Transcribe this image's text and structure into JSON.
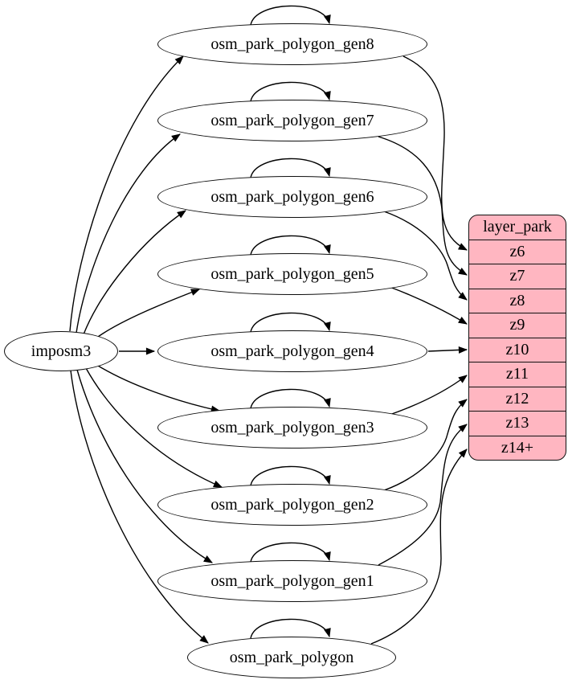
{
  "diagram": {
    "background": "#ffffff",
    "edge_color": "#000000",
    "node_fill": "#ffffff",
    "node_stroke": "#000000",
    "source": {
      "id": "imposm3",
      "label": "imposm3"
    },
    "tables": [
      {
        "id": "osm_park_polygon_gen8",
        "label": "osm_park_polygon_gen8"
      },
      {
        "id": "osm_park_polygon_gen7",
        "label": "osm_park_polygon_gen7"
      },
      {
        "id": "osm_park_polygon_gen6",
        "label": "osm_park_polygon_gen6"
      },
      {
        "id": "osm_park_polygon_gen5",
        "label": "osm_park_polygon_gen5"
      },
      {
        "id": "osm_park_polygon_gen4",
        "label": "osm_park_polygon_gen4"
      },
      {
        "id": "osm_park_polygon_gen3",
        "label": "osm_park_polygon_gen3"
      },
      {
        "id": "osm_park_polygon_gen2",
        "label": "osm_park_polygon_gen2"
      },
      {
        "id": "osm_park_polygon_gen1",
        "label": "osm_park_polygon_gen1"
      },
      {
        "id": "osm_park_polygon",
        "label": "osm_park_polygon"
      }
    ],
    "layer": {
      "id": "layer_park",
      "header": "layer_park",
      "rows": [
        "z6",
        "z7",
        "z8",
        "z9",
        "z10",
        "z11",
        "z12",
        "z13",
        "z14+"
      ],
      "fill": "#ffb6c1",
      "stroke": "#111111"
    },
    "edges": {
      "imports": [
        {
          "from": "imposm3",
          "to": "osm_park_polygon_gen8"
        },
        {
          "from": "imposm3",
          "to": "osm_park_polygon_gen7"
        },
        {
          "from": "imposm3",
          "to": "osm_park_polygon_gen6"
        },
        {
          "from": "imposm3",
          "to": "osm_park_polygon_gen5"
        },
        {
          "from": "imposm3",
          "to": "osm_park_polygon_gen4"
        },
        {
          "from": "imposm3",
          "to": "osm_park_polygon_gen3"
        },
        {
          "from": "imposm3",
          "to": "osm_park_polygon_gen2"
        },
        {
          "from": "imposm3",
          "to": "osm_park_polygon_gen1"
        },
        {
          "from": "imposm3",
          "to": "osm_park_polygon"
        }
      ],
      "self_loops": [
        "osm_park_polygon_gen8",
        "osm_park_polygon_gen7",
        "osm_park_polygon_gen6",
        "osm_park_polygon_gen5",
        "osm_park_polygon_gen4",
        "osm_park_polygon_gen3",
        "osm_park_polygon_gen2",
        "osm_park_polygon_gen1",
        "osm_park_polygon"
      ],
      "exports": [
        {
          "from": "osm_park_polygon_gen8",
          "to_row": "z6"
        },
        {
          "from": "osm_park_polygon_gen7",
          "to_row": "z7"
        },
        {
          "from": "osm_park_polygon_gen6",
          "to_row": "z8"
        },
        {
          "from": "osm_park_polygon_gen5",
          "to_row": "z9"
        },
        {
          "from": "osm_park_polygon_gen4",
          "to_row": "z10"
        },
        {
          "from": "osm_park_polygon_gen3",
          "to_row": "z11"
        },
        {
          "from": "osm_park_polygon_gen2",
          "to_row": "z12"
        },
        {
          "from": "osm_park_polygon_gen1",
          "to_row": "z13"
        },
        {
          "from": "osm_park_polygon",
          "to_row": "z14+"
        }
      ]
    }
  }
}
